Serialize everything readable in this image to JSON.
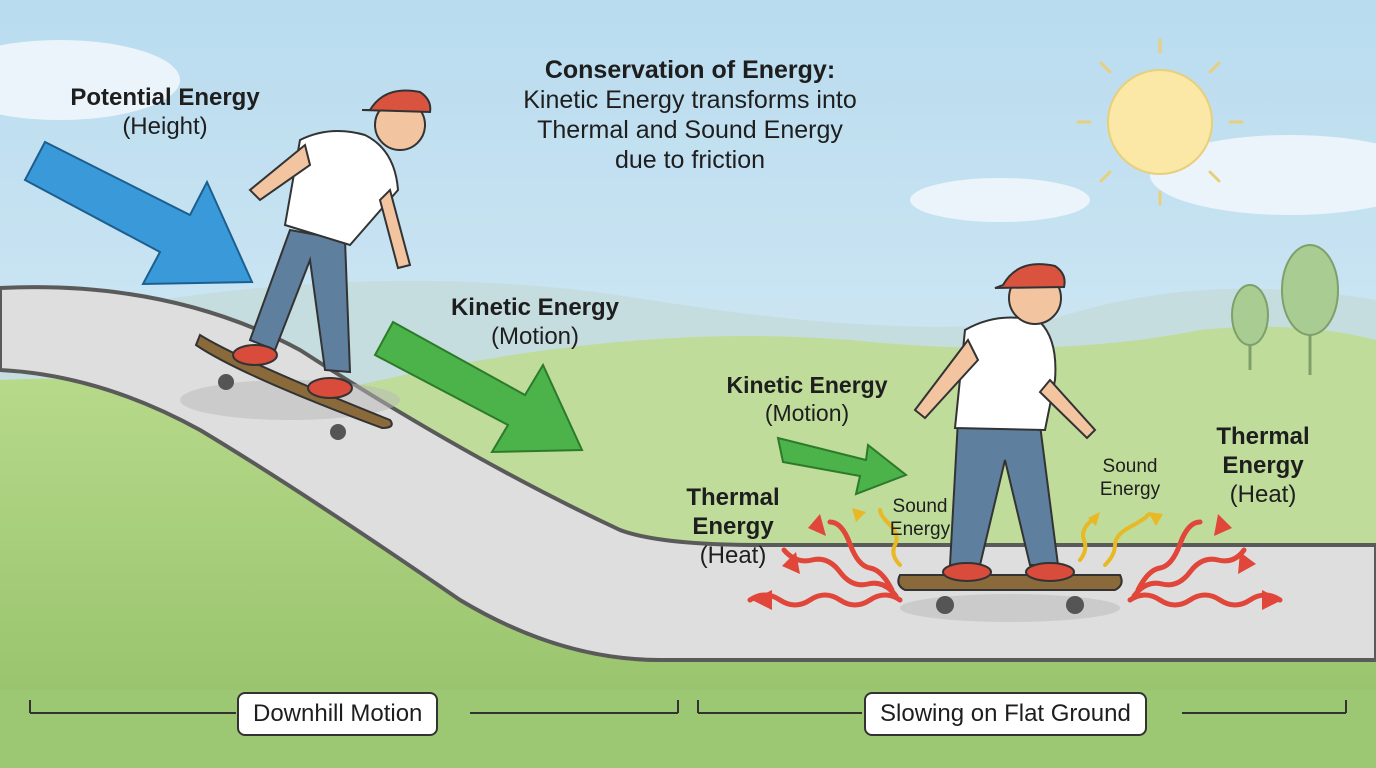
{
  "title": {
    "heading": "Conservation of Energy:",
    "line1": "Kinetic Energy transforms into",
    "line2": "Thermal and Sound Energy",
    "line3": "due to friction"
  },
  "labels": {
    "potential": {
      "name": "Potential Energy",
      "sub": "(Height)"
    },
    "kinetic_1": {
      "name": "Kinetic Energy",
      "sub": "(Motion)"
    },
    "kinetic_2": {
      "name": "Kinetic Energy",
      "sub": "(Motion)"
    },
    "thermal_left": {
      "line1": "Thermal",
      "line2": "Energy",
      "sub": "(Heat)"
    },
    "thermal_right": {
      "line1": "Thermal",
      "line2": "Energy",
      "sub": "(Heat)"
    },
    "sound_left": {
      "line1": "Sound",
      "line2": "Energy"
    },
    "sound_right": {
      "line1": "Sound",
      "line2": "Energy"
    }
  },
  "sections": {
    "downhill": "Downhill Motion",
    "flat": "Slowing on Flat Ground"
  },
  "colors": {
    "potential_arrow": "#3a9ad9",
    "kinetic_arrow": "#4cb34a",
    "heat_arrow": "#e0463a",
    "sound_arrow": "#f0c43a",
    "sky": "#cfe6f3",
    "grass": "#a9cf7c",
    "road": "#d9d9d9"
  }
}
